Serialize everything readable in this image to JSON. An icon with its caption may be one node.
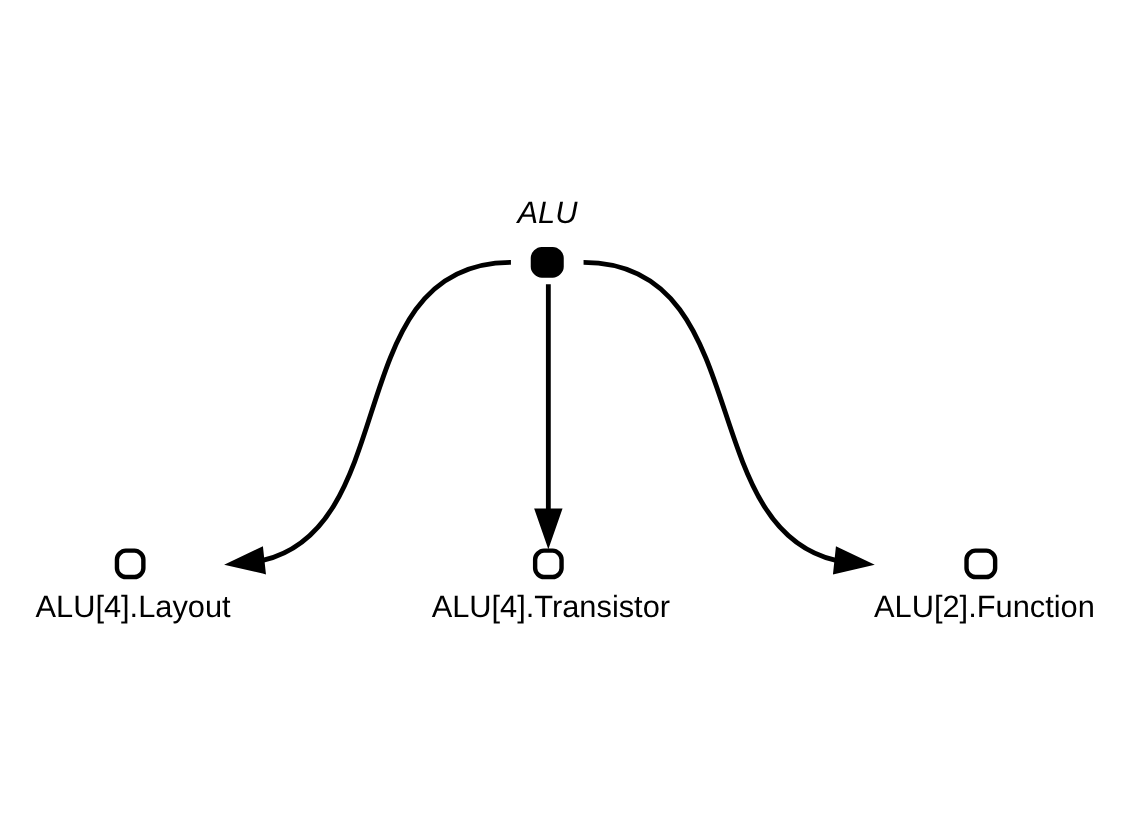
{
  "diagram": {
    "nodes": [
      {
        "text": [
          "ALU"
        ]
      },
      {
        "text": [
          "ALU[4].Layout"
        ]
      },
      {
        "text": [
          "ALU[4].Transistor"
        ]
      },
      {
        "text": [
          "ALU[2].Function"
        ]
      }
    ],
    "edges": [
      {
        "from": 0,
        "to": 1,
        "arrow": "to"
      },
      {
        "from": 0,
        "to": 2,
        "arrow": "to"
      },
      {
        "from": 0,
        "to": 3,
        "arrow": "to"
      }
    ]
  }
}
